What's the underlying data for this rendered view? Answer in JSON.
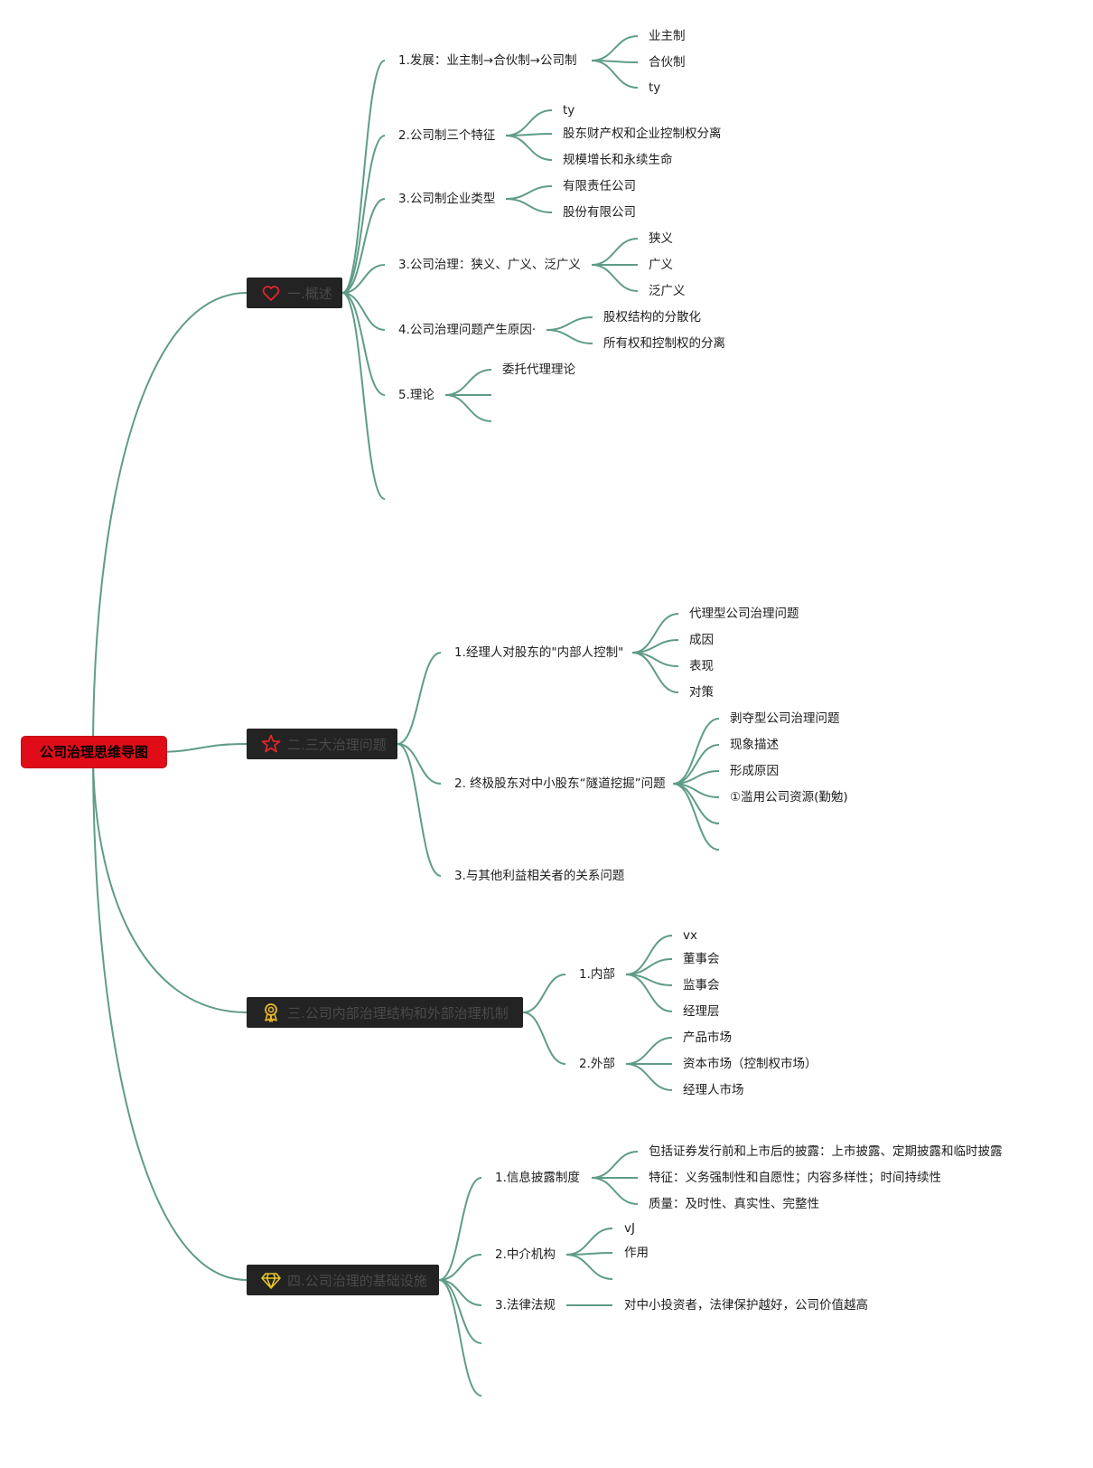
{
  "root": {
    "label": "公司治理思维导图",
    "color": "#e00c18"
  },
  "accent": {
    "edge": "#5f9c87",
    "branch_bg": "#222322"
  },
  "branches": [
    {
      "label": "一.概述",
      "icon": "heart-icon",
      "topics": [
        {
          "label": "1.发展：业主制→合伙制→公司制",
          "children": [
            "业主制",
            "合伙制",
            "ty"
          ]
        },
        {
          "label": "2.公司制三个特征",
          "children": [
            "ty",
            "股东财产权和企业控制权分离",
            "规模增长和永续生命"
          ]
        },
        {
          "label": "3.公司制企业类型",
          "children": [
            "有限责任公司",
            "股份有限公司"
          ]
        },
        {
          "label": "3.公司治理：狭义、广义、泛广义",
          "children": [
            "狭义",
            "广义",
            "泛广义"
          ]
        },
        {
          "label": "4.公司治理问题产生原因·",
          "children": [
            "股权结构的分散化",
            "所有权和控制权的分离"
          ]
        },
        {
          "label": "5.理论",
          "children": [
            "委托代理理论"
          ]
        }
      ]
    },
    {
      "label": "二.三大治理问题",
      "icon": "star-icon",
      "topics": [
        {
          "label": "1.经理人对股东的\"内部人控制\"",
          "children": [
            "代理型公司治理问题",
            "成因",
            "表现",
            "对策"
          ]
        },
        {
          "label": "2. 终极股东对中小股东“隧道挖掘”问题",
          "children": [
            "剥夺型公司治理问题",
            "现象描述",
            "形成原因",
            "①滥用公司资源(勤勉)"
          ]
        },
        {
          "label": "3.与其他利益相关者的关系问题",
          "children": []
        }
      ]
    },
    {
      "label": "三.公司内部治理结构和外部治理机制",
      "icon": "medal-icon",
      "topics": [
        {
          "label": "1.内部",
          "children": [
            "vx",
            "董事会",
            "监事会",
            "经理层"
          ]
        },
        {
          "label": "2.外部",
          "children": [
            "产品市场",
            "资本市场（控制权市场）",
            "经理人市场"
          ]
        }
      ]
    },
    {
      "label": "四.公司治理的基础设施",
      "icon": "diamond-icon",
      "topics": [
        {
          "label": "1.信息披露制度",
          "children": [
            "包括证券发行前和上市后的披露：上市披露、定期披露和临时披露",
            "特征：义务强制性和自愿性；内容多样性；时间持续性",
            "质量：及时性、真实性、完整性"
          ]
        },
        {
          "label": "2.中介机构",
          "children": [
            "vJ",
            "作用"
          ]
        },
        {
          "label": "3.法律法规",
          "children": [
            "对中小投资者，法律保护越好，公司价值越高"
          ]
        }
      ]
    }
  ]
}
